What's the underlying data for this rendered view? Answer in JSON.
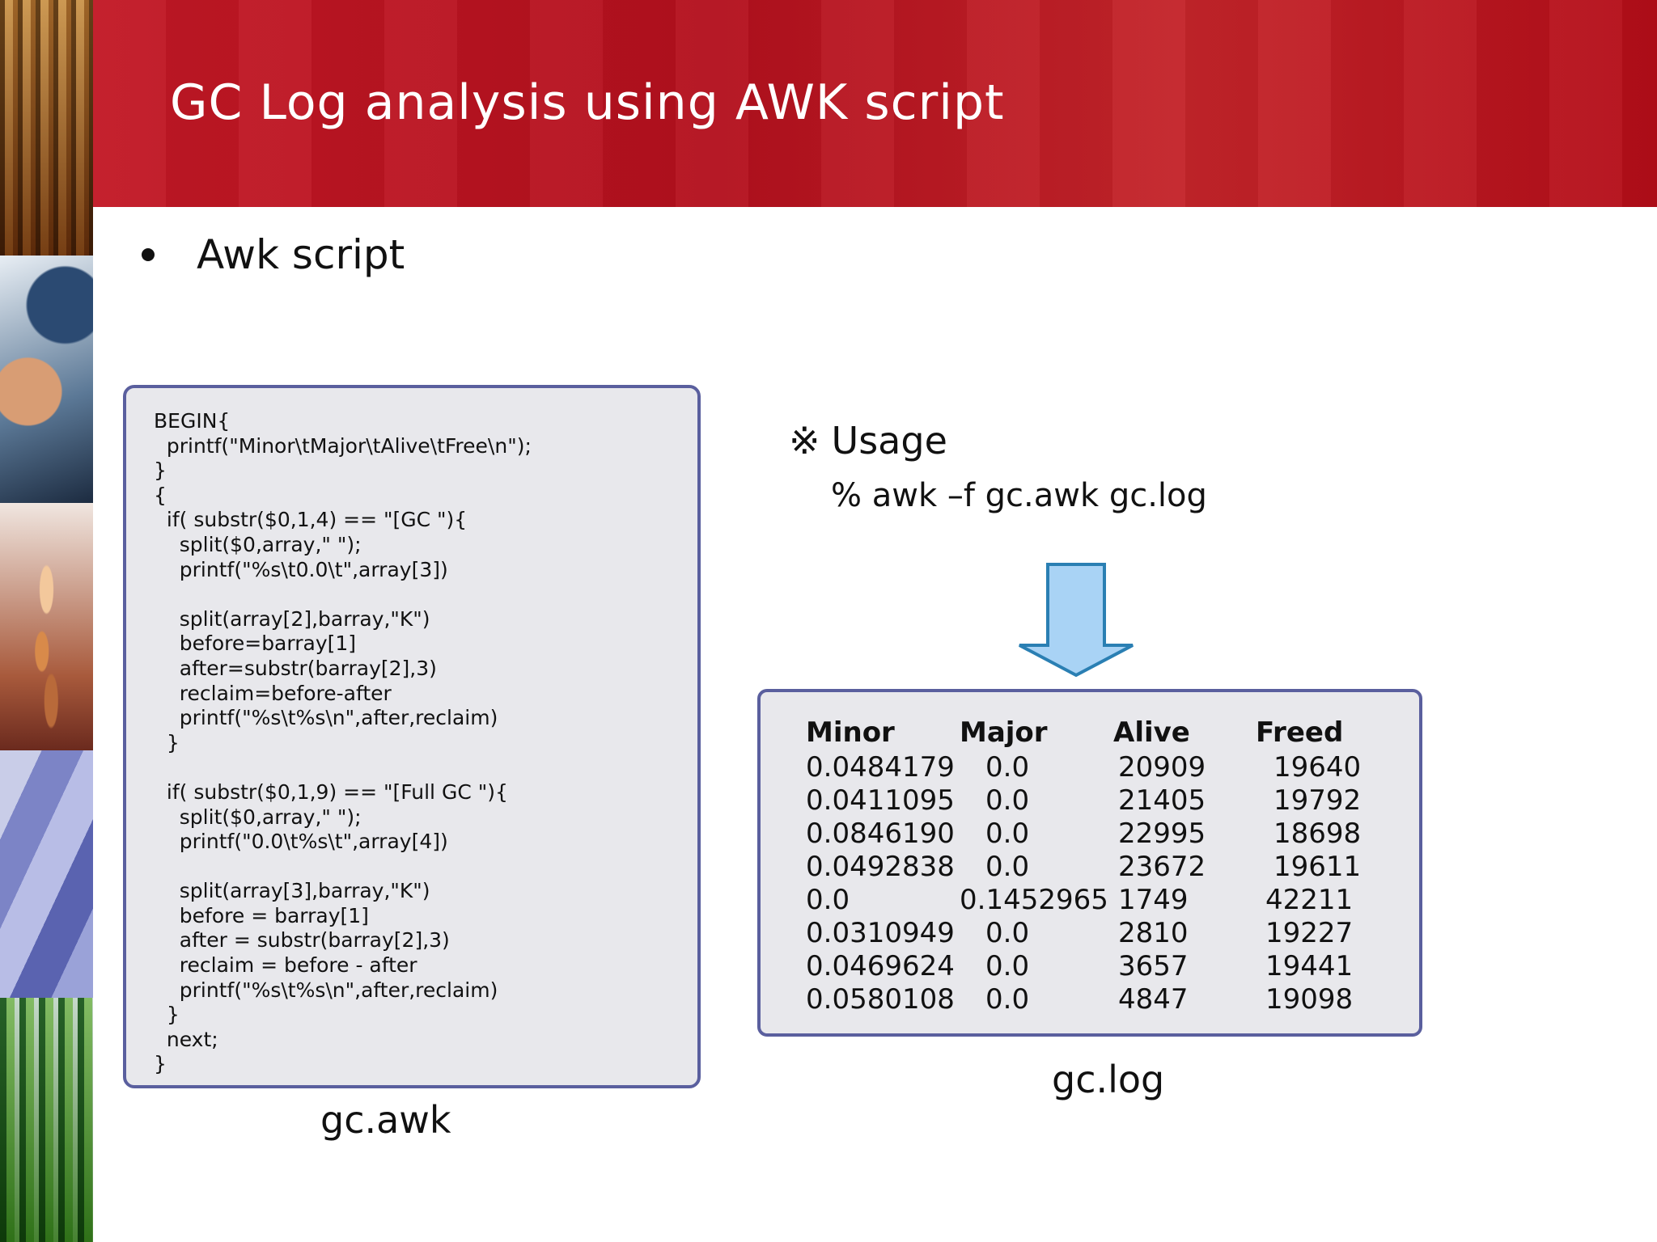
{
  "slide": {
    "title": "GC Log analysis using AWK script",
    "bullet": "Awk script"
  },
  "code_box": {
    "code": "BEGIN{\n  printf(\"Minor\\tMajor\\tAlive\\tFree\\n\");\n}\n{\n  if( substr($0,1,4) == \"[GC \"){\n    split($0,array,\" \");\n    printf(\"%s\\t0.0\\t\",array[3])\n\n    split(array[2],barray,\"K\")\n    before=barray[1]\n    after=substr(barray[2],3)\n    reclaim=before-after\n    printf(\"%s\\t%s\\n\",after,reclaim)\n  }\n\n  if( substr($0,1,9) == \"[Full GC \"){\n    split($0,array,\" \");\n    printf(\"0.0\\t%s\\t\",array[4])\n\n    split(array[3],barray,\"K\")\n    before = barray[1]\n    after = substr(barray[2],3)\n    reclaim = before - after\n    printf(\"%s\\t%s\\n\",after,reclaim)\n  }\n  next;\n}",
    "caption": "gc.awk"
  },
  "usage": {
    "mark": "※",
    "label": "Usage",
    "command": "% awk –f gc.awk gc.log"
  },
  "log": {
    "caption": "gc.log",
    "headers": [
      "Minor",
      "Major",
      "Alive",
      "Freed"
    ],
    "rows": [
      [
        "0.0484179",
        "0.0",
        "20909",
        "19640"
      ],
      [
        "0.0411095",
        "0.0",
        "21405",
        "19792"
      ],
      [
        "0.0846190",
        "0.0",
        "22995",
        "18698"
      ],
      [
        "0.0492838",
        "0.0",
        "23672",
        "19611"
      ],
      [
        "0.0",
        "0.1452965",
        "1749",
        "42211"
      ],
      [
        "0.0310949",
        "0.0",
        "2810",
        "19227"
      ],
      [
        "0.0469624",
        "0.0",
        "3657",
        "19441"
      ],
      [
        "0.0580108",
        "0.0",
        "4847",
        "19098"
      ]
    ]
  },
  "colors": {
    "header_red": "#b3101d",
    "box_border": "#5a5f9e",
    "box_fill": "#e8e8ec",
    "arrow_fill": "#a9d3f5",
    "arrow_stroke": "#2a7fb3"
  }
}
